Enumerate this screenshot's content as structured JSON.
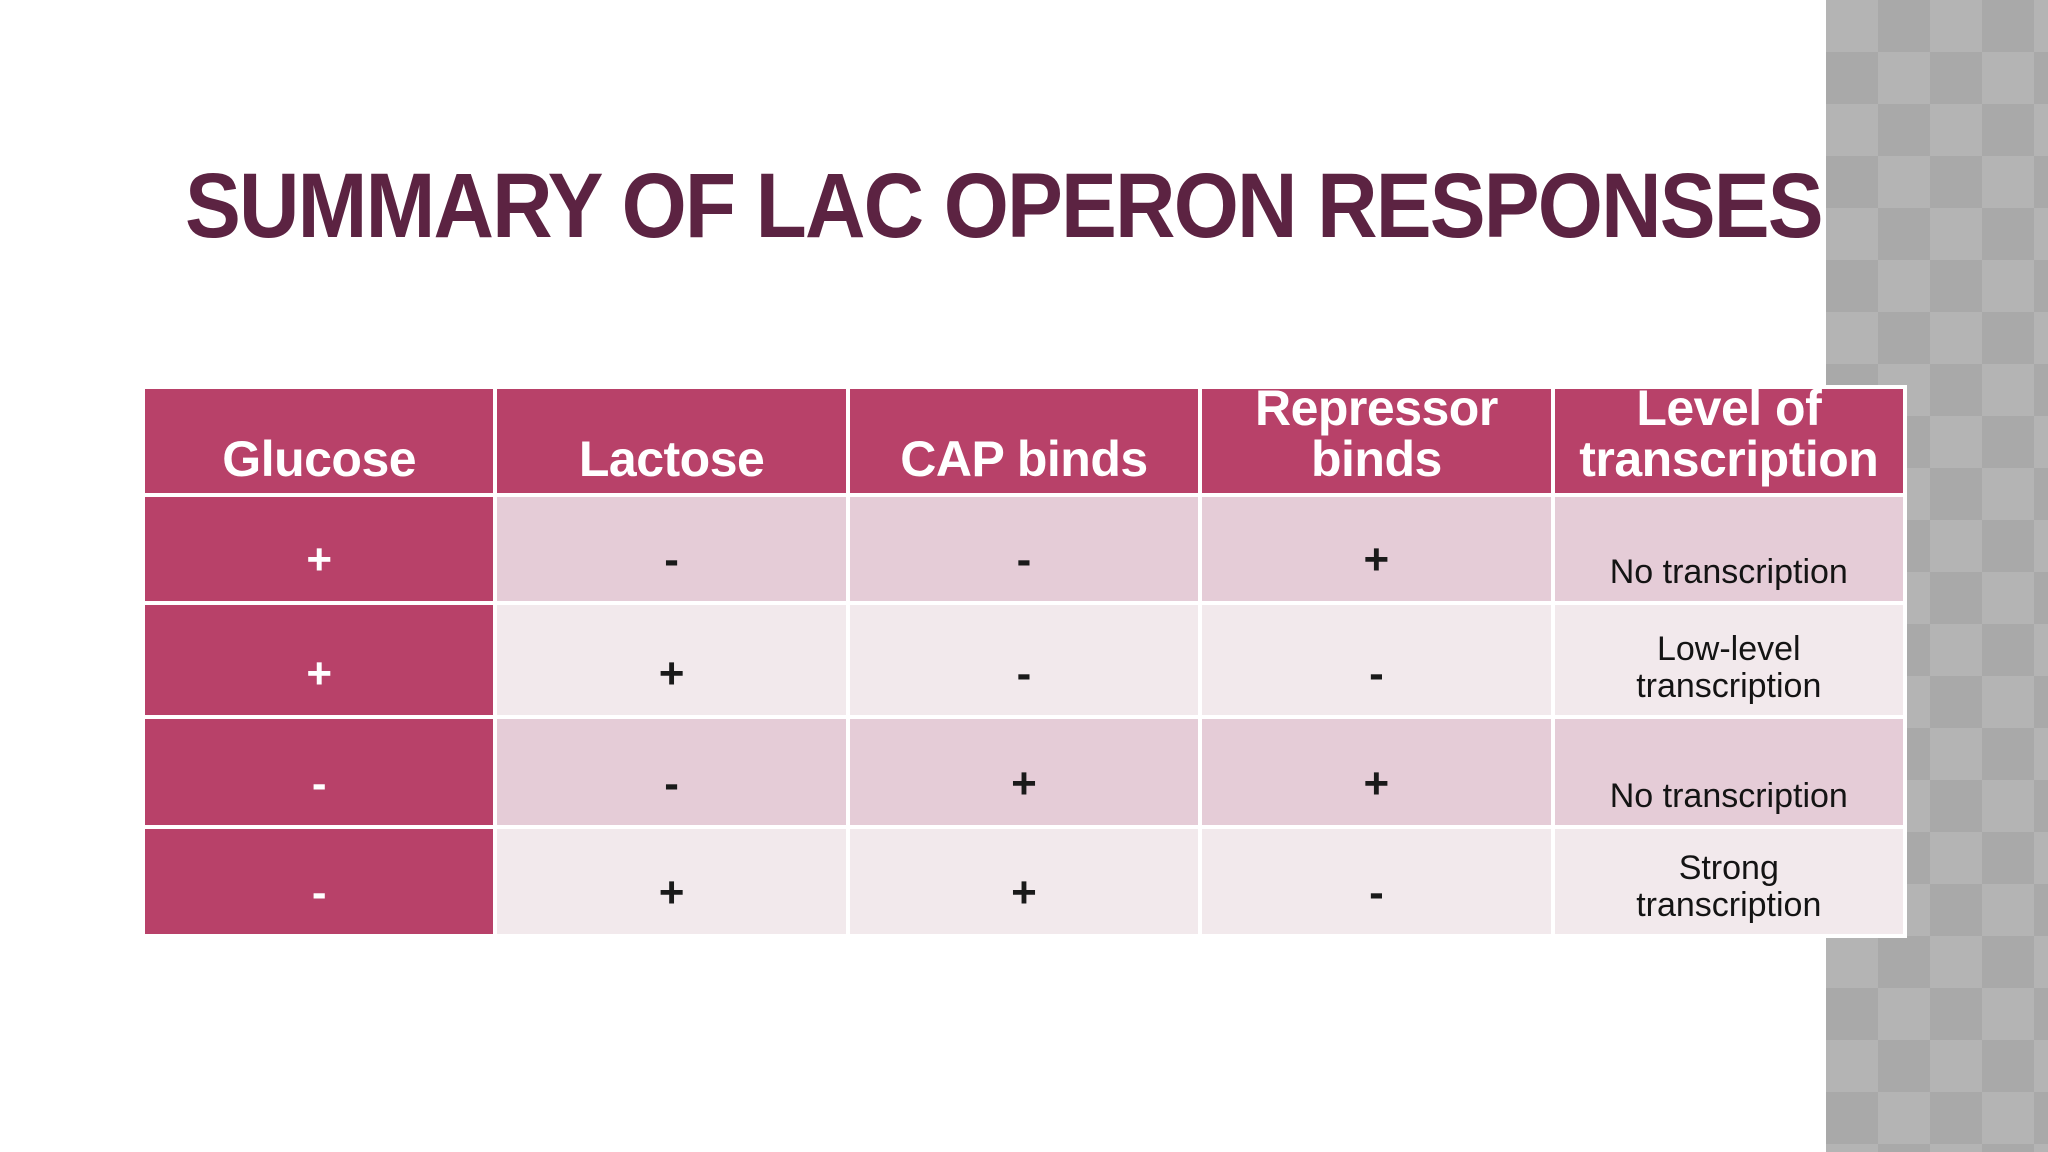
{
  "slide": {
    "title": "SUMMARY OF LAC OPERON RESPONSES"
  },
  "table": {
    "columns": [
      "Glucose",
      "Lactose",
      "CAP binds",
      "Repressor binds",
      "Level of transcription"
    ],
    "rows": [
      [
        "+",
        "-",
        "-",
        "+",
        "No transcription"
      ],
      [
        "+",
        "+",
        "-",
        "-",
        "Low-level transcription"
      ],
      [
        "-",
        "-",
        "+",
        "+",
        "No transcription"
      ],
      [
        "-",
        "+",
        "+",
        "-",
        "Strong transcription"
      ]
    ]
  },
  "colors": {
    "accent": "#b84169",
    "title_text": "#5c2342",
    "row_band_dark": "#e5ccd7",
    "row_band_light": "#f2e9ec",
    "grid_line": "#ffffff",
    "pattern_base": "#b4b4b4",
    "pattern_diamond": "#a9a9a9",
    "header_text": "#ffffff",
    "body_text": "#1a1a1a"
  }
}
